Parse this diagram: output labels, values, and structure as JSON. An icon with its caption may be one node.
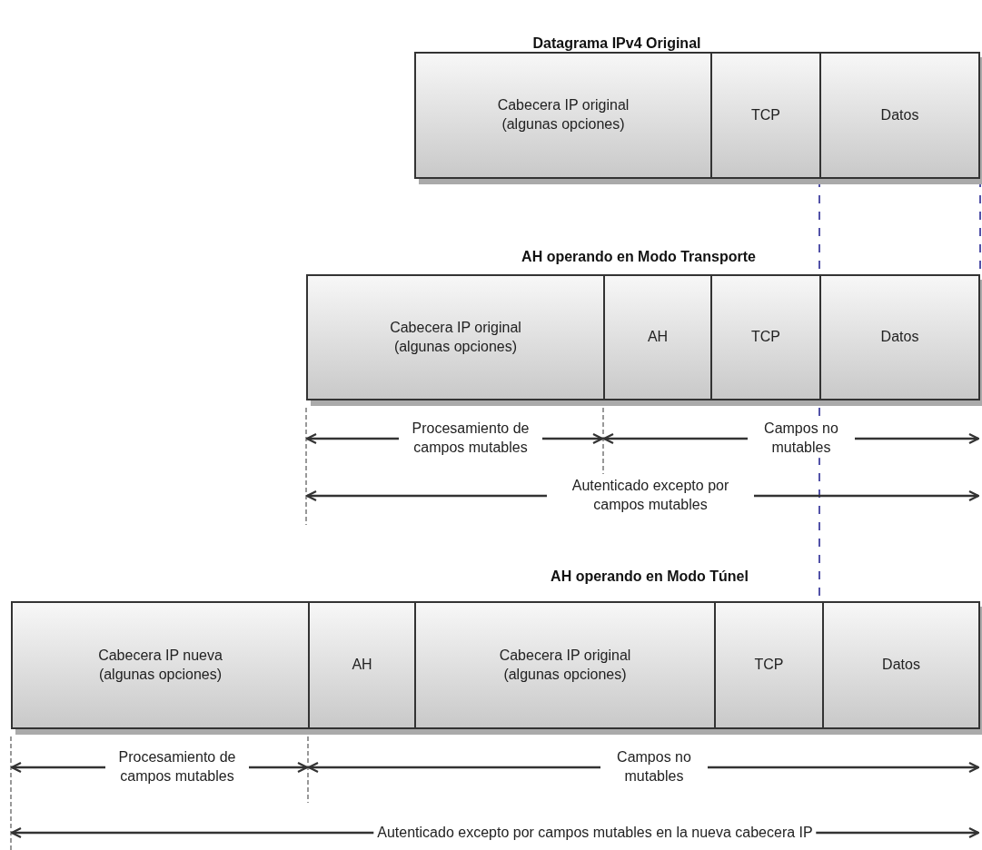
{
  "diagram": {
    "nodes": [
      {
        "text": [
          "Cabecera IP original (algunas opciones)"
        ]
      },
      {
        "text": [
          "TCP"
        ]
      },
      {
        "text": [
          "Datos"
        ]
      },
      {
        "text": [
          "Cabecera IP original (algunas opciones)"
        ]
      },
      {
        "text": [
          "AH"
        ]
      },
      {
        "text": [
          "TCP"
        ]
      },
      {
        "text": [
          "Datos"
        ]
      },
      {
        "text": [
          "Cabecera IP nueva (algunas opciones)"
        ]
      },
      {
        "text": [
          "AH"
        ]
      },
      {
        "text": [
          "Cabecera IP original (algunas opciones)"
        ]
      },
      {
        "text": [
          "TCP"
        ]
      },
      {
        "text": [
          "Datos"
        ]
      }
    ],
    "edges": [
      {
        "from": 1,
        "to": 10,
        "arrow": "none",
        "style": "dashed",
        "color": "#1a1a8c"
      },
      {
        "from": 2,
        "to": 6,
        "arrow": "none",
        "style": "dashed",
        "color": "#1a1a8c"
      }
    ],
    "labels": [
      "Datagrama IPv4 Original",
      "AH operando en Modo Transporte",
      "Procesamiento de campos mutables",
      "Campos no mutables",
      "Autenticado excepto por campos mutables",
      "AH operando en Modo Túnel",
      "Procesamiento de campos mutables",
      "Campos no mutables",
      "Autenticado excepto por campos mutables en la nueva cabecera IP"
    ]
  }
}
